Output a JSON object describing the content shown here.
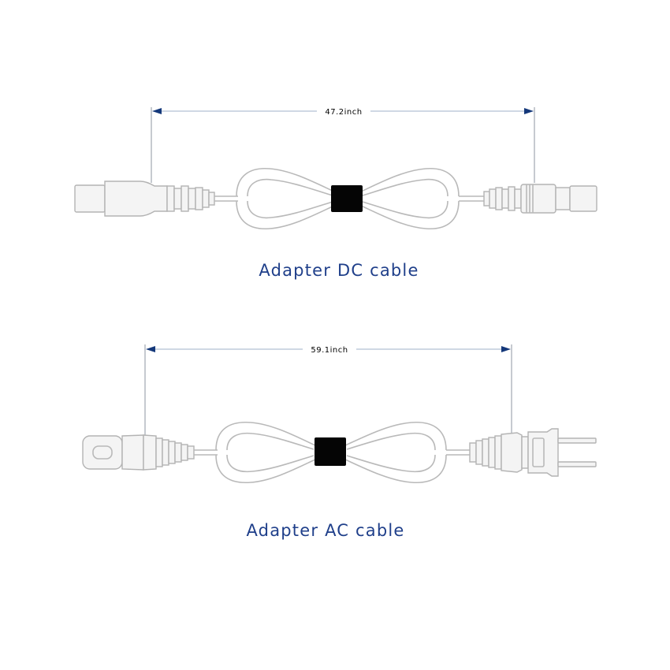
{
  "dc_section": {
    "length_label": "47.2inch",
    "caption": "Adapter DC cable"
  },
  "ac_section": {
    "length_label": "59.1inch",
    "caption": "Adapter AC cable"
  },
  "colors": {
    "accent_blue": "#1f3f8a",
    "arrow_blue": "#14387a",
    "tie_black": "#050505",
    "outline_gray": "#b9b9b9"
  }
}
